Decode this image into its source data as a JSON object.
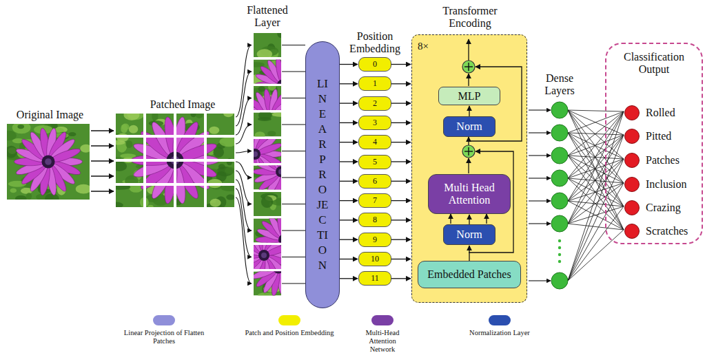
{
  "diagram": {
    "nodes": [
      {
        "text": [
          "LINEAR PROJECTION"
        ]
      },
      {
        "text": [
          "0"
        ]
      },
      {
        "text": [
          "1"
        ]
      },
      {
        "text": [
          "2"
        ]
      },
      {
        "text": [
          "3"
        ]
      },
      {
        "text": [
          "4"
        ]
      },
      {
        "text": [
          "5"
        ]
      },
      {
        "text": [
          "6"
        ]
      },
      {
        "text": [
          "7"
        ]
      },
      {
        "text": [
          "8"
        ]
      },
      {
        "text": [
          "9"
        ]
      },
      {
        "text": [
          "10"
        ]
      },
      {
        "text": [
          "11"
        ]
      },
      {
        "text": [
          "Transformer Encoding",
          "8×"
        ]
      },
      {
        "text": [
          "MLP"
        ],
        "in": 13
      },
      {
        "text": [
          "Norm"
        ],
        "in": 13
      },
      {
        "text": [
          "Multi Head Attention"
        ],
        "in": 13
      },
      {
        "text": [
          "Norm"
        ],
        "in": 13
      },
      {
        "text": [
          "Embedded Patches"
        ],
        "in": 13
      },
      {
        "text": [
          "Classification Output"
        ]
      },
      {
        "text": [
          "Rolled"
        ],
        "in": 19
      },
      {
        "text": [
          "Pitted"
        ],
        "in": 19
      },
      {
        "text": [
          "Patches"
        ],
        "in": 19
      },
      {
        "text": [
          "Inclusion"
        ],
        "in": 19
      },
      {
        "text": [
          "Crazing"
        ],
        "in": 19
      },
      {
        "text": [
          "Scratches"
        ],
        "in": 19
      }
    ],
    "edges": [
      {
        "from": 0,
        "to": 1,
        "arrow": "to"
      },
      {
        "from": 0,
        "to": 2,
        "arrow": "to"
      },
      {
        "from": 0,
        "to": 3,
        "arrow": "to"
      },
      {
        "from": 0,
        "to": 4,
        "arrow": "to"
      },
      {
        "from": 0,
        "to": 5,
        "arrow": "to"
      },
      {
        "from": 0,
        "to": 6,
        "arrow": "to"
      },
      {
        "from": 0,
        "to": 7,
        "arrow": "to"
      },
      {
        "from": 0,
        "to": 8,
        "arrow": "to"
      },
      {
        "from": 0,
        "to": 9,
        "arrow": "to"
      },
      {
        "from": 0,
        "to": 10,
        "arrow": "to"
      },
      {
        "from": 0,
        "to": 11,
        "arrow": "to"
      },
      {
        "from": 0,
        "to": 12,
        "arrow": "to"
      },
      {
        "from": 1,
        "to": 13,
        "arrow": "to"
      },
      {
        "from": 2,
        "to": 13,
        "arrow": "to"
      },
      {
        "from": 3,
        "to": 13,
        "arrow": "to"
      },
      {
        "from": 4,
        "to": 13,
        "arrow": "to"
      },
      {
        "from": 5,
        "to": 13,
        "arrow": "to"
      },
      {
        "from": 6,
        "to": 13,
        "arrow": "to"
      },
      {
        "from": 7,
        "to": 13,
        "arrow": "to"
      },
      {
        "from": 8,
        "to": 13,
        "arrow": "to"
      },
      {
        "from": 9,
        "to": 13,
        "arrow": "to"
      },
      {
        "from": 10,
        "to": 13,
        "arrow": "to"
      },
      {
        "from": 11,
        "to": 13,
        "arrow": "to"
      },
      {
        "from": 12,
        "to": 13,
        "arrow": "to"
      },
      {
        "from": 18,
        "to": 17,
        "arrow": "to"
      },
      {
        "from": 17,
        "to": 16,
        "arrow": "to"
      },
      {
        "from": 15,
        "to": 14,
        "arrow": "to"
      }
    ],
    "labels": [
      "Original Image",
      "Patched Image",
      "Flattened Layer",
      "Position Embedding",
      "Dense Layers"
    ],
    "legend": [
      {
        "text": "Linear Projection of Flatten Patches",
        "color": "#8f8fd9"
      },
      {
        "text": "Patch and Position Embedding",
        "color": "#f2ee00"
      },
      {
        "text": "Multi-Head Attention Network",
        "color": "#7a3fa5"
      },
      {
        "text": "Normalization Layer",
        "color": "#2b4fb0"
      }
    ]
  }
}
